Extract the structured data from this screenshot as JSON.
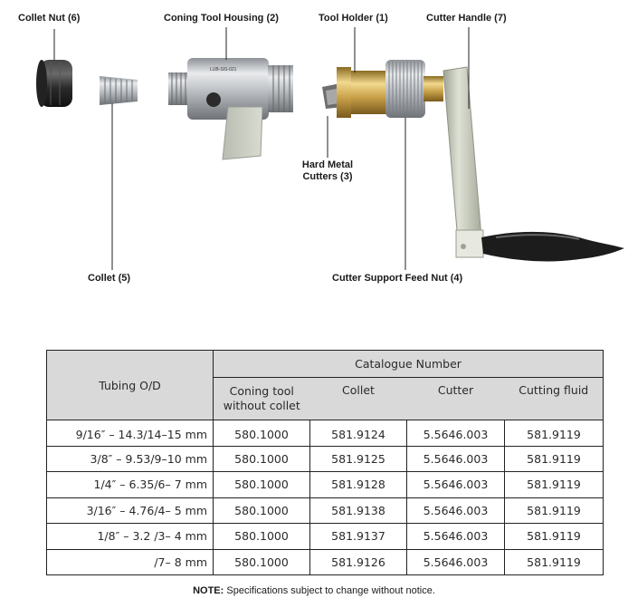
{
  "labels": {
    "collet_nut": "Collet Nut (6)",
    "coning_tool_housing": "Coning Tool Housing (2)",
    "tool_holder": "Tool Holder (1)",
    "cutter_handle": "Cutter Handle (7)",
    "hard_metal_cutters": "Hard Metal\nCutters (3)",
    "collet": "Collet (5)",
    "cutter_support_feed_nut": "Cutter Support Feed Nut (4)"
  },
  "housing_marking": "LUB-SIS-021",
  "colors": {
    "header_bg": "#d9d9d9",
    "brass": "#c9a24a",
    "steel": "#b8bcc0",
    "handle_grey": "#c9ccc0",
    "knob_black": "#1c1c1c"
  },
  "table": {
    "tubing_header": "Tubing O/D",
    "catalogue_header": "Catalogue Number",
    "columns": [
      "Coning tool\nwithout collet",
      "Collet",
      "Cutter",
      "Cutting fluid"
    ],
    "rows": [
      [
        "9/16″ – 14.3/14–15 mm",
        "580.1000",
        "581.9124",
        "5.5646.003",
        "581.9119"
      ],
      [
        "3/8″ –  9.53/9–10 mm",
        "580.1000",
        "581.9125",
        "5.5646.003",
        "581.9119"
      ],
      [
        "1/4″ –  6.35/6– 7 mm",
        "580.1000",
        "581.9128",
        "5.5646.003",
        "581.9119"
      ],
      [
        "3/16″ –  4.76/4– 5 mm",
        "580.1000",
        "581.9138",
        "5.5646.003",
        "581.9119"
      ],
      [
        "1/8″ –  3.2 /3– 4 mm",
        "580.1000",
        "581.9137",
        "5.5646.003",
        "581.9119"
      ],
      [
        "/7– 8 mm",
        "580.1000",
        "581.9126",
        "5.5646.003",
        "581.9119"
      ]
    ]
  },
  "note": {
    "prefix": "NOTE:",
    "text": " Specifications subject to change without notice."
  }
}
